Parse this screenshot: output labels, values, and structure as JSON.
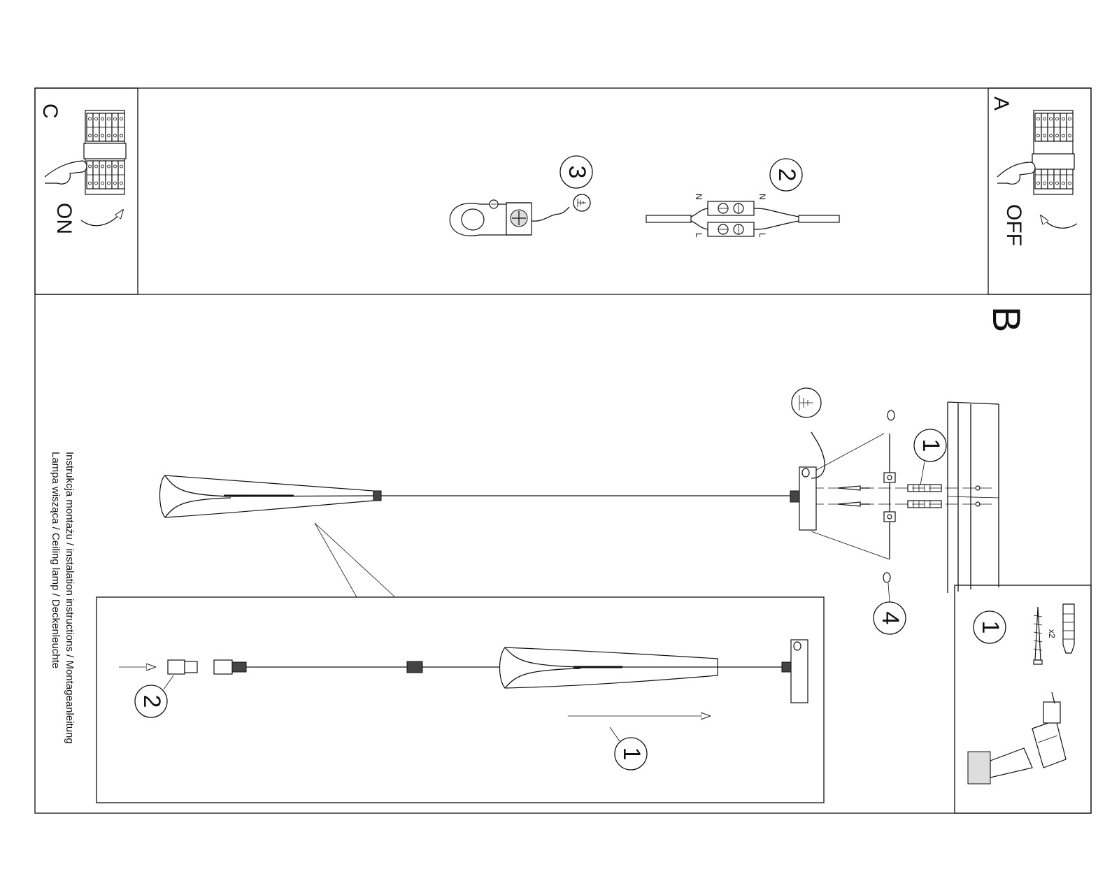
{
  "panel_a": {
    "letter": "A",
    "label": "OFF"
  },
  "panel_b": {
    "letter": "B"
  },
  "panel_c": {
    "letter": "C",
    "label": "ON"
  },
  "steps": {
    "one": "1",
    "two": "2",
    "three": "3",
    "four": "4"
  },
  "wiring": {
    "neutral": "N",
    "live": "L"
  },
  "parts": {
    "quantity": "x2"
  },
  "caption": {
    "line1": "Instrukcja montażu / instalation instructions / Montageanleitung",
    "line2": "Lampa wisząca / Ceiling lamp / Deckenleuchte"
  }
}
